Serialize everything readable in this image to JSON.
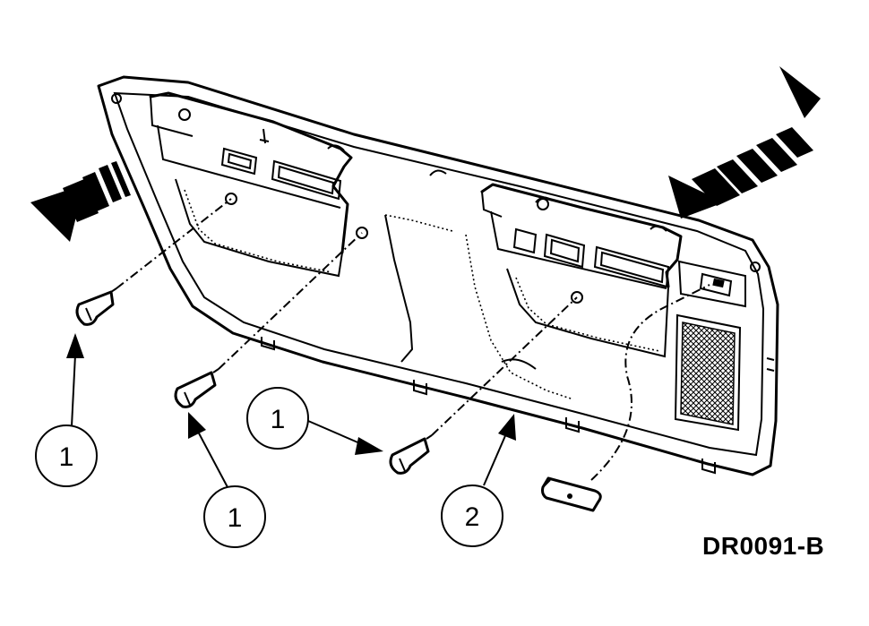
{
  "figure_code": "DR0091-B",
  "callouts": [
    {
      "label": "1"
    },
    {
      "label": "1"
    },
    {
      "label": "1"
    },
    {
      "label": "2"
    }
  ]
}
